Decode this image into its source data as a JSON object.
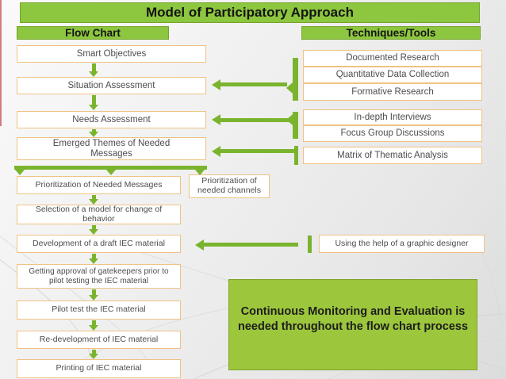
{
  "slide": {
    "title": "Model of Participatory Approach",
    "left_header": "Flow Chart",
    "right_header": "Techniques/Tools"
  },
  "flow_steps": [
    {
      "id": "smart-objectives",
      "label": "Smart Objectives"
    },
    {
      "id": "situation-assessment",
      "label": "Situation Assessment"
    },
    {
      "id": "needs-assessment",
      "label": "Needs Assessment"
    },
    {
      "id": "emerged-themes",
      "label": "Emerged Themes of Needed Messages"
    },
    {
      "id": "prioritization-messages",
      "label": "Prioritization of Needed Messages"
    },
    {
      "id": "prioritization-channels",
      "label": "Prioritization of needed channels"
    },
    {
      "id": "selection-model",
      "label": "Selection of a model for change of behavior"
    },
    {
      "id": "development-draft",
      "label": "Development of a draft IEC material"
    },
    {
      "id": "getting-approval",
      "label": "Getting approval of gatekeepers prior to pilot testing the IEC material"
    },
    {
      "id": "pilot-test",
      "label": "Pilot test the IEC material"
    },
    {
      "id": "redevelopment",
      "label": "Re-development of IEC material"
    },
    {
      "id": "printing",
      "label": "Printing of IEC material"
    }
  ],
  "techniques": [
    {
      "id": "documented-research",
      "label": "Documented Research",
      "points_to": "situation-assessment"
    },
    {
      "id": "quantitative-collection",
      "label": "Quantitative Data Collection",
      "points_to": "situation-assessment"
    },
    {
      "id": "formative-research",
      "label": "Formative Research",
      "points_to": "situation-assessment"
    },
    {
      "id": "indepth-interviews",
      "label": "In-depth Interviews",
      "points_to": "needs-assessment"
    },
    {
      "id": "focus-group",
      "label": "Focus Group Discussions",
      "points_to": "needs-assessment"
    },
    {
      "id": "matrix-thematic",
      "label": "Matrix of Thematic Analysis",
      "points_to": "emerged-themes"
    },
    {
      "id": "graphic-designer",
      "label": "Using the help of  a graphic designer",
      "points_to": "development-draft"
    }
  ],
  "note": {
    "text": "Continuous Monitoring and Evaluation is needed throughout the flow chart process"
  },
  "colors": {
    "header_green": "#8dc63f",
    "arrow_green": "#7ab42e",
    "note_green": "#9cc63c",
    "box_border_orange": "#efc283",
    "box_text": "#4d4d4d",
    "title_text": "#141414",
    "edge_line_red": "#af1919"
  }
}
